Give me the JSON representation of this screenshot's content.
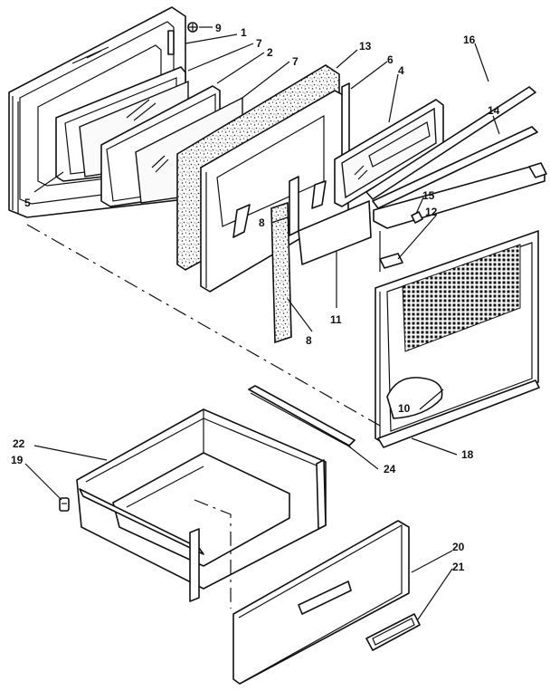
{
  "callouts": [
    {
      "id": "c9",
      "text": "9"
    },
    {
      "id": "c1",
      "text": "1"
    },
    {
      "id": "c7a",
      "text": "7"
    },
    {
      "id": "c2",
      "text": "2"
    },
    {
      "id": "c7b",
      "text": "7"
    },
    {
      "id": "c13",
      "text": "13"
    },
    {
      "id": "c6",
      "text": "6"
    },
    {
      "id": "c4",
      "text": "4"
    },
    {
      "id": "c16",
      "text": "16"
    },
    {
      "id": "c14",
      "text": "14"
    },
    {
      "id": "c5",
      "text": "5"
    },
    {
      "id": "c15",
      "text": "15"
    },
    {
      "id": "c12",
      "text": "12"
    },
    {
      "id": "c8a",
      "text": "8"
    },
    {
      "id": "c11",
      "text": "11"
    },
    {
      "id": "c8b",
      "text": "8"
    },
    {
      "id": "c10",
      "text": "10"
    },
    {
      "id": "c18",
      "text": "18"
    },
    {
      "id": "c22",
      "text": "22"
    },
    {
      "id": "c19",
      "text": "19"
    },
    {
      "id": "c24",
      "text": "24"
    },
    {
      "id": "c20",
      "text": "20"
    },
    {
      "id": "c21",
      "text": "21"
    }
  ]
}
